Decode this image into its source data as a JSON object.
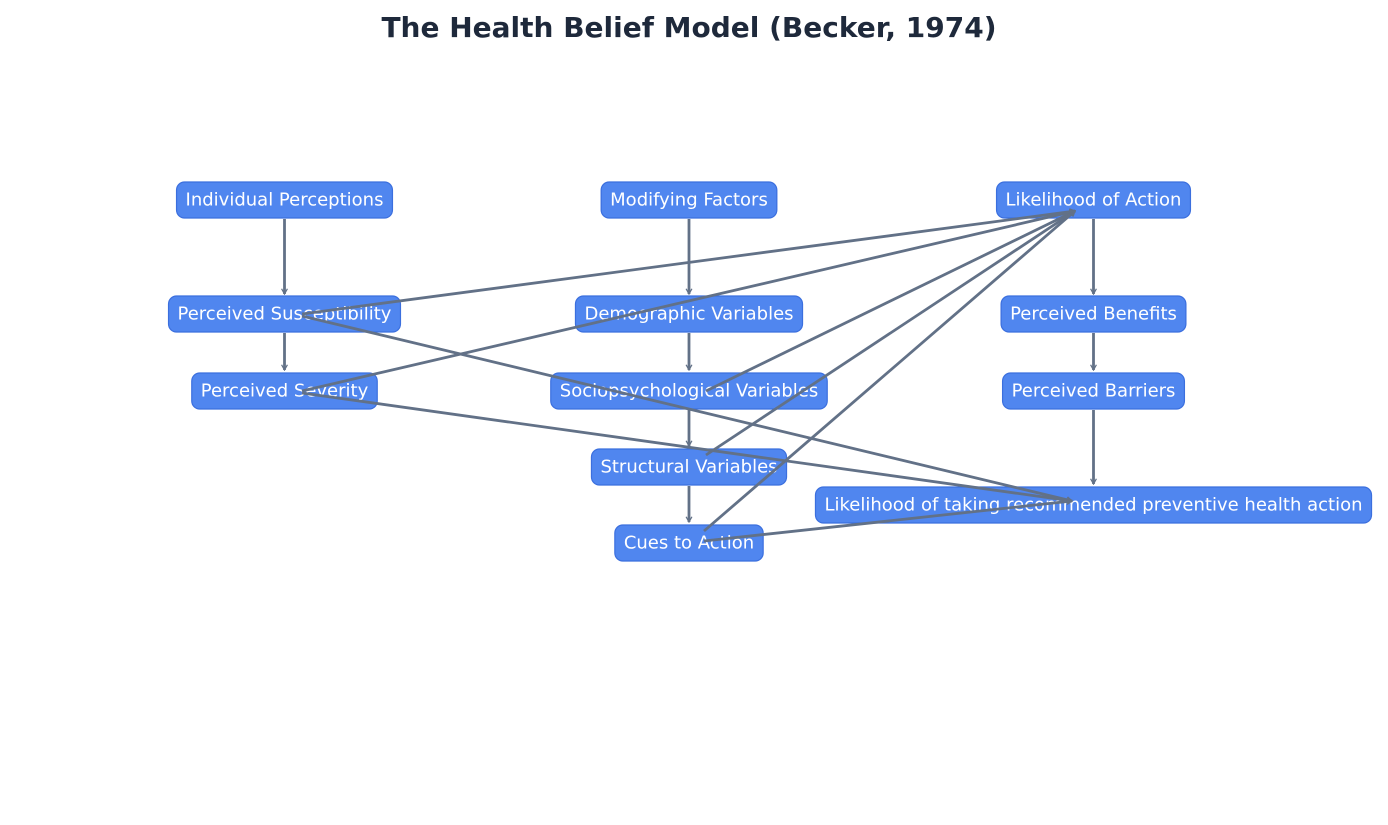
{
  "diagram": {
    "title": "The Health Belief Model (Becker, 1974)",
    "colors": {
      "node_fill": "#5086ef",
      "node_stroke": "#3b6fde",
      "edge": "#627187",
      "title": "#1e293b",
      "node_text": "#ffffff"
    },
    "nodes": [
      {
        "id": "individual-perceptions",
        "label": "Individual Perceptions"
      },
      {
        "id": "modifying-factors",
        "label": "Modifying Factors"
      },
      {
        "id": "likelihood-of-action",
        "label": "Likelihood of Action"
      },
      {
        "id": "perceived-susceptibility",
        "label": "Perceived Susceptibility"
      },
      {
        "id": "demographic-variables",
        "label": "Demographic Variables"
      },
      {
        "id": "perceived-benefits",
        "label": "Perceived Benefits"
      },
      {
        "id": "perceived-severity",
        "label": "Perceived Severity"
      },
      {
        "id": "sociopsychological-variables",
        "label": "Sociopsychological Variables"
      },
      {
        "id": "perceived-barriers",
        "label": "Perceived Barriers"
      },
      {
        "id": "structural-variables",
        "label": "Structural Variables"
      },
      {
        "id": "likelihood-taking-action",
        "label": "Likelihood of taking recommended preventive health action"
      },
      {
        "id": "cues-to-action",
        "label": "Cues to Action"
      }
    ],
    "edges": [
      {
        "from": "individual-perceptions",
        "to": "perceived-susceptibility"
      },
      {
        "from": "perceived-susceptibility",
        "to": "perceived-severity"
      },
      {
        "from": "modifying-factors",
        "to": "demographic-variables"
      },
      {
        "from": "demographic-variables",
        "to": "sociopsychological-variables"
      },
      {
        "from": "sociopsychological-variables",
        "to": "structural-variables"
      },
      {
        "from": "structural-variables",
        "to": "cues-to-action"
      },
      {
        "from": "likelihood-of-action",
        "to": "perceived-benefits"
      },
      {
        "from": "perceived-benefits",
        "to": "perceived-barriers"
      },
      {
        "from": "perceived-barriers",
        "to": "likelihood-taking-action"
      },
      {
        "from": "perceived-susceptibility",
        "to": "likelihood-of-action"
      },
      {
        "from": "perceived-severity",
        "to": "likelihood-of-action"
      },
      {
        "from": "sociopsychological-variables",
        "to": "likelihood-of-action"
      },
      {
        "from": "structural-variables",
        "to": "likelihood-of-action"
      },
      {
        "from": "cues-to-action",
        "to": "likelihood-of-action"
      },
      {
        "from": "perceived-susceptibility",
        "to": "likelihood-taking-action"
      },
      {
        "from": "perceived-severity",
        "to": "likelihood-taking-action"
      },
      {
        "from": "cues-to-action",
        "to": "likelihood-taking-action"
      }
    ]
  }
}
